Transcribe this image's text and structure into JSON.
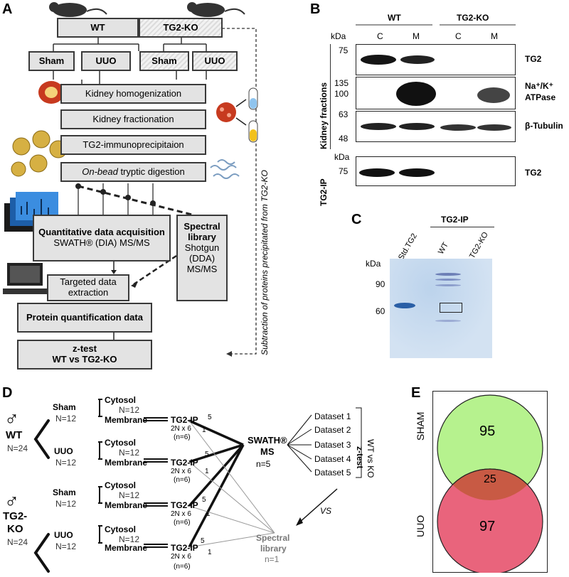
{
  "panels": {
    "a": "A",
    "b": "B",
    "c": "C",
    "d": "D",
    "e": "E"
  },
  "panelA": {
    "wt": "WT",
    "ko": "TG2-KO",
    "sham": "Sham",
    "uuo": "UUO",
    "homog": "Kidney homogenization",
    "fract": "Kidney fractionation",
    "ip": "TG2-immunoprecipitaion",
    "digest_italic": "On-bead",
    "digest_rest": " tryptic digestion",
    "quant_title": "Quantitative data acquisition",
    "quant_sub": "SWATH® (DIA) MS/MS",
    "spec_title": "Spectral library",
    "spec_sub": "Shotgun (DDA) MS/MS",
    "targeted": "Targeted data extraction",
    "protq": "Protein quantification data",
    "ztest1": "z-test",
    "ztest2": "WT vs TG2-KO",
    "subtraction": "Subtraction of proteins precipitated from TG2-KO"
  },
  "panelB": {
    "wt": "WT",
    "ko": "TG2-KO",
    "lanes": [
      "C",
      "M",
      "C",
      "M"
    ],
    "kda": "kDa",
    "markers1": [
      "75"
    ],
    "markers2": [
      "135",
      "100"
    ],
    "markers3": [
      "63",
      "48"
    ],
    "markers4": [
      "75"
    ],
    "side1": "Kidney fractions",
    "side2": "TG2-IP",
    "tg2": "TG2",
    "atpase1": "Na⁺/K⁺",
    "atpase2": "ATPase",
    "tubulin": "β-Tubulin",
    "tg2b": "TG2"
  },
  "panelC": {
    "ip": "TG2-IP",
    "lanes": [
      "Std.TG2",
      "WT",
      "TG2-KO"
    ],
    "kda": "kDa",
    "markers": [
      "90",
      "60"
    ]
  },
  "panelD": {
    "male": "♂",
    "wt": "WT",
    "wt_n": "N=24",
    "ko1": "TG2-",
    "ko2": "KO",
    "ko_n": "N=24",
    "sham": "Sham",
    "uuo": "UUO",
    "n12": "N=12",
    "cytosol": "Cytosol",
    "membrane": "Membrane",
    "tg2ip": "TG2-IP",
    "rep": "2N x 6",
    "n6": "(n=6)",
    "five": "5",
    "one": "1",
    "swath1": "SWATH®",
    "swath2": "MS",
    "swath_n": "n=5",
    "spec1": "Spectral",
    "spec2": "library",
    "spec_n": "n=1",
    "vs": "VS",
    "datasets": [
      "Dataset 1",
      "Dataset 2",
      "Dataset 3",
      "Dataset 4",
      "Dataset 5"
    ],
    "ztest": "z-test",
    "ztest2": "WT vs KO"
  },
  "panelE": {
    "sham": "SHAM",
    "uuo": "UUO",
    "sham_only": "95",
    "overlap": "25",
    "uuo_only": "97",
    "colors": {
      "sham": "#b6f28e",
      "uuo": "#e9647c",
      "overlap": "#c85a44"
    }
  }
}
